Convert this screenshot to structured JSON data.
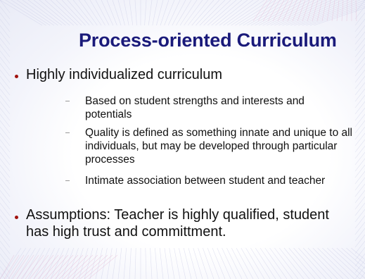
{
  "slide": {
    "title": "Process-oriented Curriculum",
    "bullets": [
      {
        "text": "Highly individualized curriculum",
        "sub_items": [
          "Based on student strengths and interests and potentials",
          "Quality is defined as something innate and unique to all individuals, but may be developed through particular processes",
          "Intimate association between student and teacher"
        ]
      },
      {
        "text": "Assumptions:  Teacher is highly qualified, student has high trust and committment."
      }
    ]
  },
  "colors": {
    "title": "#1a1a7a",
    "bullet_dot": "#a0120e",
    "background_lines": "#c8cbe6",
    "background_lines_accent": "#e6b9d2"
  }
}
